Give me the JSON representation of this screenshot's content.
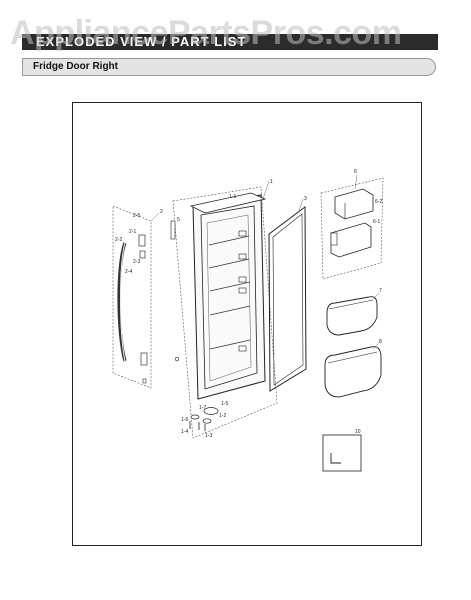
{
  "header": {
    "title": "EXPLODED VIEW / PART LIST",
    "watermark": "AppliancePartsPros.com",
    "bar_color": "#2b2b2b"
  },
  "section": {
    "label": "Fridge Door Right"
  },
  "diagram": {
    "callouts": {
      "c1": "1",
      "c1_1": "1-1",
      "c1_2": "1-2",
      "c1_3": "1-3",
      "c1_4": "1-4",
      "c1_5": "1-5",
      "c1_6": "1-6",
      "c1_7": "1-7",
      "c2": "2",
      "c2_1": "2-1",
      "c2_2": "2-2",
      "c2_3": "2-3",
      "c2_4": "2-4",
      "c2_5": "2-5",
      "c3": "3",
      "c5": "5",
      "c6": "6",
      "c6_1": "6-1",
      "c6_2": "6-2",
      "c7": "7",
      "c8": "8",
      "c10": "10"
    }
  }
}
